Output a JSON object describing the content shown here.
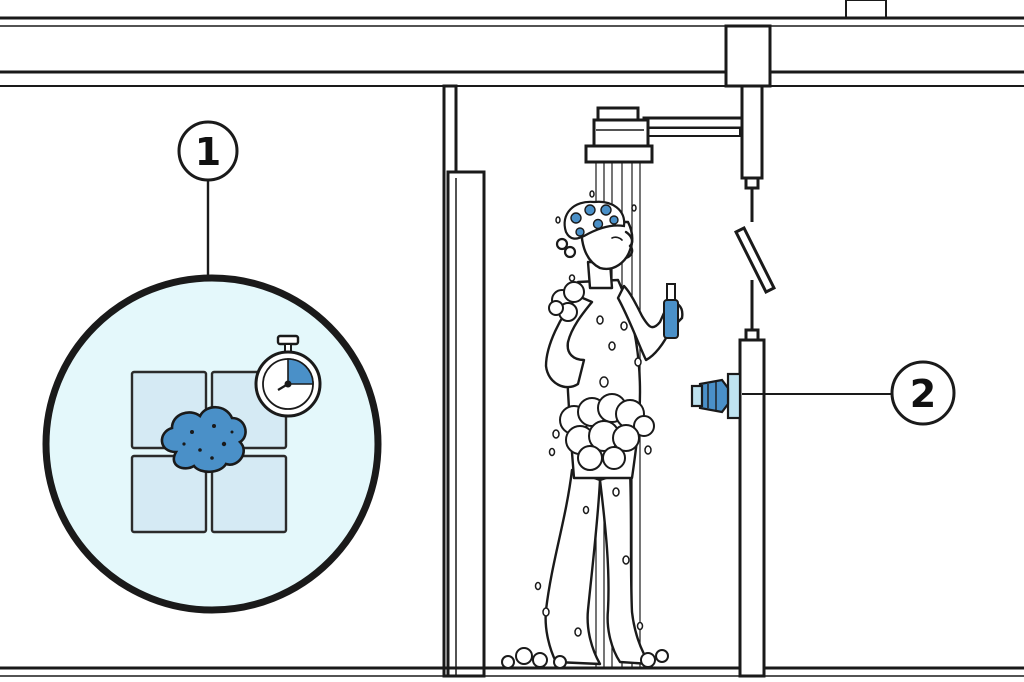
{
  "colors": {
    "line": "#1a1a1a",
    "accent": "#4a90c8",
    "accent_dark": "#2c6ea6",
    "inset_bg": "#e4f8fb",
    "tile_fill": "#d5eaf4",
    "tile_stroke": "#2b2b2b",
    "water": "#bfe3f0"
  },
  "callouts": [
    {
      "number": "1"
    },
    {
      "number": "2"
    }
  ],
  "icons": {
    "timer": "stopwatch-icon",
    "tiles": "tile-grid-icon",
    "mold": "mold-stain-icon",
    "valve": "shower-valve-knob",
    "shower_head": "shower-head-icon"
  },
  "timer_fill_fraction": 0.25
}
